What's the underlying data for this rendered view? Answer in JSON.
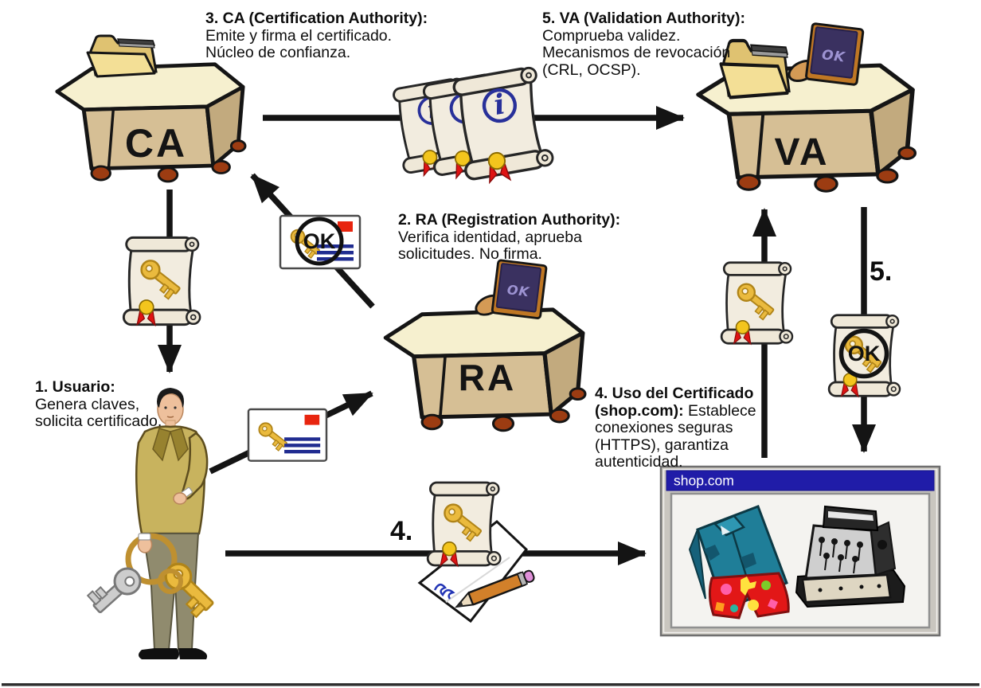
{
  "annotations": {
    "step1": {
      "heading": "1. Usuario:",
      "lines": [
        "Genera claves,",
        "solicita certificado."
      ]
    },
    "step2": {
      "heading": "2. RA (Registration Authority):",
      "lines": [
        "Verifica identidad, aprueba",
        "solicitudes. No firma."
      ]
    },
    "step3": {
      "heading": "3. CA (Certification Authority):",
      "lines": [
        "Emite y firma el certificado.",
        "Núcleo de confianza."
      ]
    },
    "step4": {
      "heading": "4. Uso del Certificado",
      "bold2": "(shop.com):",
      "rest2": " Establece",
      "lines": [
        "conexiones seguras",
        "(HTTPS), garantiza",
        "autenticidad."
      ]
    },
    "step5": {
      "heading": "5. VA (Validation Authority):",
      "lines": [
        "Comprueba validez.",
        "Mecanismos de revocación",
        "(CRL, OCSP)."
      ]
    }
  },
  "entities": {
    "ca": "CA",
    "ra": "RA",
    "va": "VA"
  },
  "markers": {
    "step4": "4.",
    "step5": "5."
  },
  "stamps": {
    "ok": "OK",
    "info": "i"
  },
  "shop_window": {
    "title": "shop.com"
  },
  "colors": {
    "arrow": "#141414",
    "desk_front": "#d6bf95",
    "desk_top": "#f6f0cf",
    "desk_feet": "#9c3c12",
    "scroll_parchment": "#f2ecdf",
    "key_gold": "#eaba3e",
    "key_silver": "#cdcdcd",
    "ribbon_red": "#df1313",
    "seal_yellow": "#f3c51d",
    "info_blue": "#28309a",
    "title_bar_blue": "#201ca8",
    "stamp_board": "#3a3160",
    "shirt_teal": "#1f7e98",
    "shorts_red": "#e21717"
  }
}
